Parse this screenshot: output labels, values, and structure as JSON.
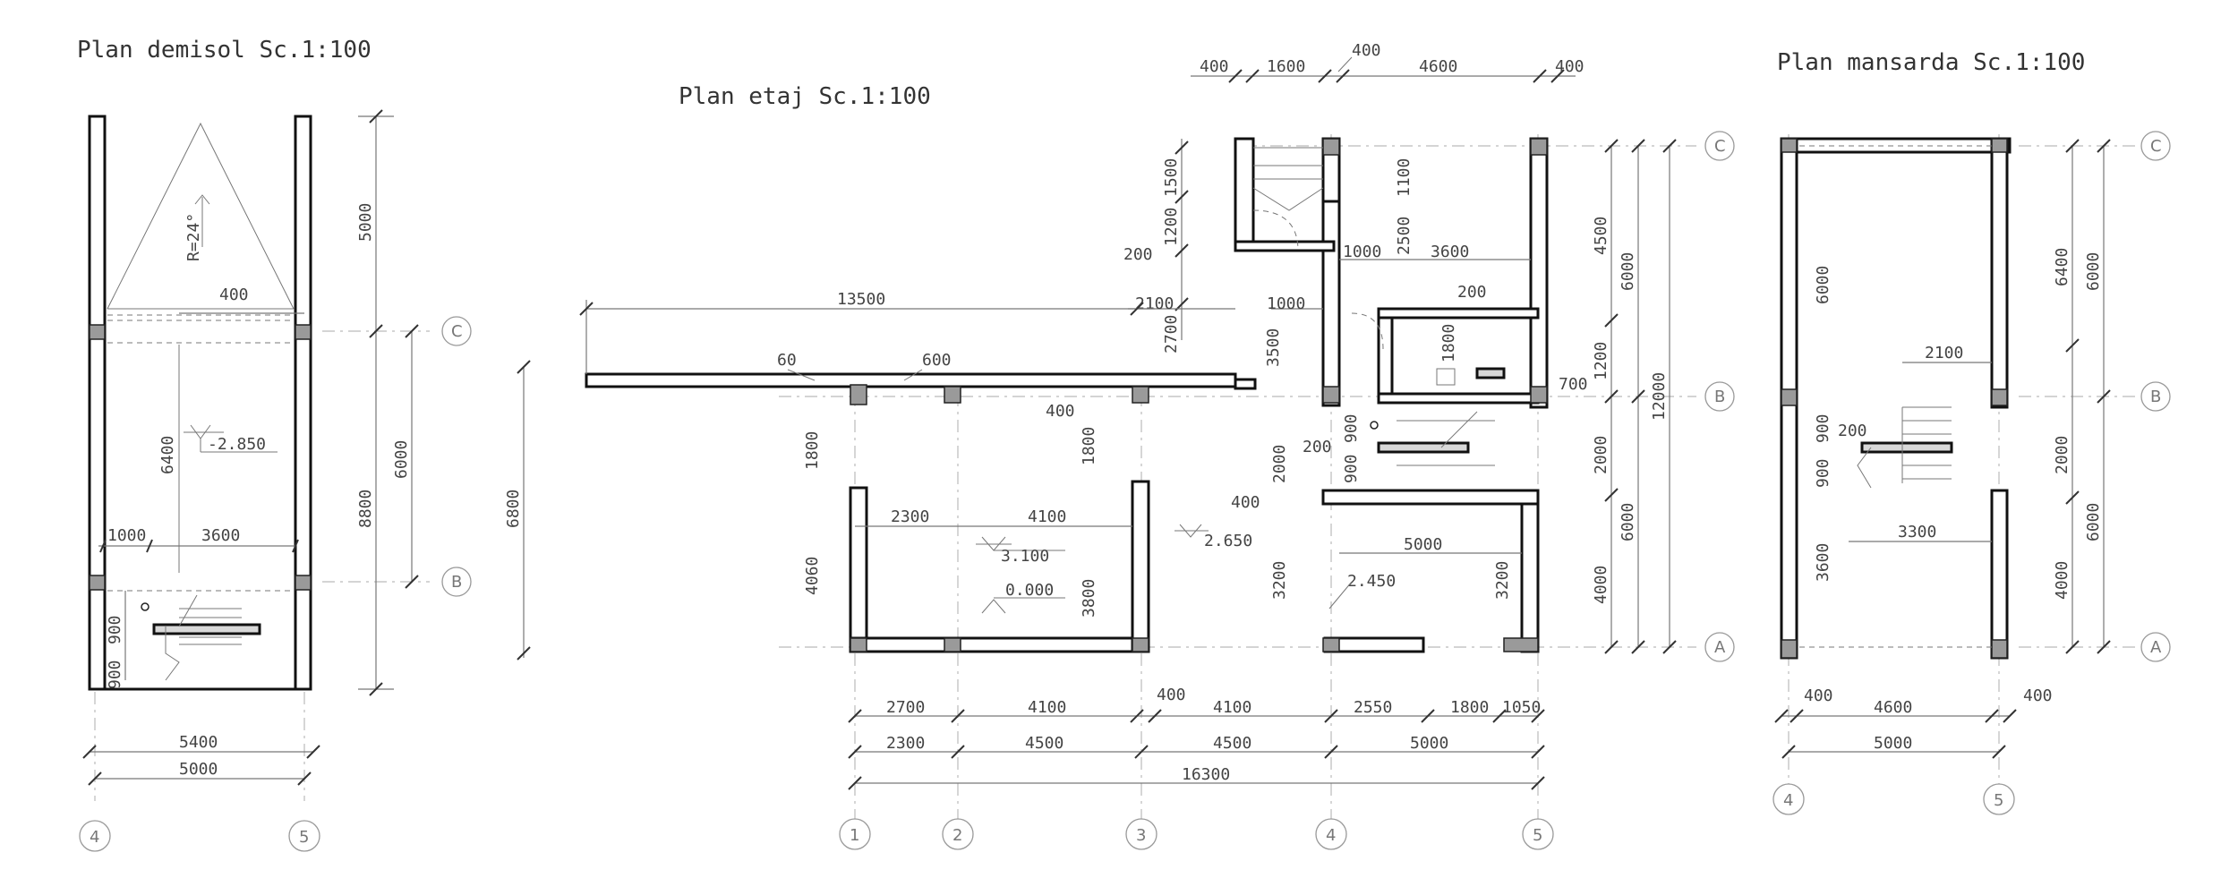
{
  "plans": {
    "demisol": {
      "title": "Plan demisol Sc.1:100",
      "dims": {
        "r_top": "5000",
        "r_mid": "6000",
        "r_total": "8800",
        "b1": "5400",
        "b2": "5000",
        "s400": "400",
        "s6400": "6400",
        "s1000": "1000",
        "s3600": "3600",
        "s900a": "900",
        "s900b": "900"
      },
      "level": "-2.850",
      "roof": "R=24°",
      "axes": {
        "c": "C",
        "b": "B",
        "a4": "4",
        "a5": "5"
      }
    },
    "etaj": {
      "title": "Plan etaj Sc.1:100",
      "top": {
        "d1": "400",
        "d2": "1600",
        "d3": "400",
        "d4": "4600",
        "d5": "400"
      },
      "left": {
        "l1500": "1500",
        "l1200": "1200",
        "l200": "200",
        "l2700": "2700",
        "l2100": "2100",
        "l1000": "1000",
        "l3500": "3500",
        "l13500": "13500",
        "l60": "60",
        "l600": "600",
        "l6800": "6800"
      },
      "inner": {
        "i1100": "1100",
        "i2500": "2500",
        "i3600": "3600",
        "i1000": "1000",
        "i200": "200",
        "i1800": "1800",
        "i700": "700",
        "i400": "400",
        "i1800b": "1800",
        "i4060": "4060",
        "i2300": "2300",
        "i4100": "4100",
        "i3800": "3800",
        "i2000": "2000",
        "i200b": "200",
        "i900": "900",
        "i900b": "900",
        "i400b": "400",
        "i3200": "3200",
        "i5000": "5000",
        "i3200b": "3200"
      },
      "levels": {
        "l3100": "3.100",
        "l0000": "0.000",
        "l2650": "2.650",
        "l2450": "2.450"
      },
      "right": {
        "r4500": "4500",
        "r1200": "1200",
        "r2000": "2000",
        "r4000": "4000",
        "r6000a": "6000",
        "r6000b": "6000",
        "r12000": "12000"
      },
      "bottom": {
        "b2700": "2700",
        "b4100a": "4100",
        "b400": "400",
        "b4100b": "4100",
        "b2550": "2550",
        "b1800": "1800",
        "b1050": "1050",
        "c2300": "2300",
        "c4500a": "4500",
        "c4500b": "4500",
        "c5000": "5000",
        "total": "16300"
      },
      "axes": {
        "a1": "1",
        "a2": "2",
        "a3": "3",
        "a4": "4",
        "a5": "5",
        "c": "C",
        "b": "B",
        "a": "A"
      }
    },
    "mansarda": {
      "title": "Plan mansarda Sc.1:100",
      "dims": {
        "d6000": "6000",
        "d2100": "2100",
        "d200": "200",
        "d900a": "900",
        "d900b": "900",
        "d3600": "3600",
        "d3300": "3300",
        "r6400": "6400",
        "r6000a": "6000",
        "r2000": "2000",
        "r4000": "4000",
        "r6000b": "6000",
        "b400a": "400",
        "b4600": "4600",
        "b400b": "400",
        "b5000": "5000"
      },
      "axes": {
        "c": "C",
        "b": "B",
        "a": "A",
        "a4": "4",
        "a5": "5"
      }
    }
  }
}
